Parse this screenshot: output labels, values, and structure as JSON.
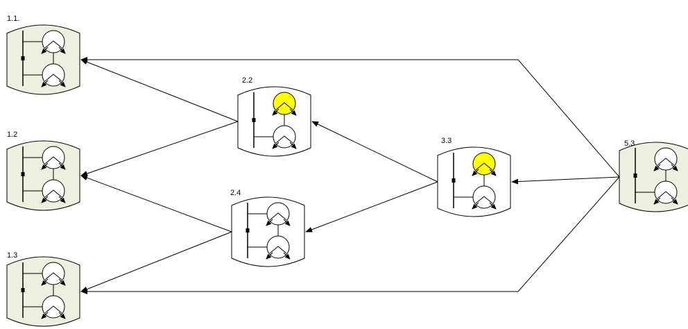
{
  "colors": {
    "source_fill": "#ebf1de",
    "plain_fill": "#ffffff",
    "highlight": "#ffff00",
    "stroke": "#000000"
  },
  "nodes": [
    {
      "id": "1.1",
      "label": "1.1.",
      "type": "source",
      "top_highlight": false,
      "top_branch": true
    },
    {
      "id": "1.2",
      "label": "1.2",
      "type": "source",
      "top_highlight": false,
      "top_branch": true
    },
    {
      "id": "1.3",
      "label": "1.3",
      "type": "source",
      "top_highlight": false,
      "top_branch": true
    },
    {
      "id": "2.2",
      "label": "2.2",
      "type": "plain",
      "top_highlight": true,
      "top_branch": false
    },
    {
      "id": "2.4",
      "label": "2.4",
      "type": "plain",
      "top_highlight": false,
      "top_branch": true
    },
    {
      "id": "3.3",
      "label": "3.3",
      "type": "plain",
      "top_highlight": true,
      "top_branch": false
    },
    {
      "id": "5.3",
      "label": "5.3",
      "type": "source",
      "top_highlight": false,
      "top_branch": false
    }
  ],
  "edges": [
    {
      "from": "5.3",
      "to": "1.1"
    },
    {
      "from": "5.3",
      "to": "1.3"
    },
    {
      "from": "5.3",
      "to": "3.3"
    },
    {
      "from": "3.3",
      "to": "2.2"
    },
    {
      "from": "3.3",
      "to": "2.4"
    },
    {
      "from": "2.2",
      "to": "1.1"
    },
    {
      "from": "2.2",
      "to": "1.2"
    },
    {
      "from": "2.4",
      "to": "1.2"
    },
    {
      "from": "2.4",
      "to": "1.3"
    }
  ]
}
